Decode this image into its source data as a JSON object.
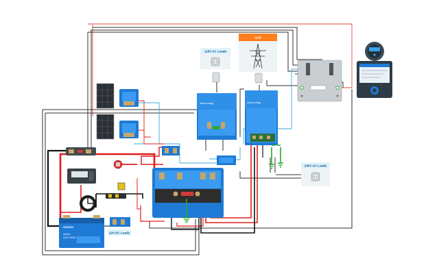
{
  "labels": {
    "grid": "Grid",
    "ac_loads_115": "115V AC Loads",
    "ac_loads_230": "230V AC Loads",
    "dc_loads_12": "12V DC Loads",
    "battery_brand": "victron",
    "battery_model": "Lithium",
    "battery_spec": "12,8V 300Ah"
  },
  "colors": {
    "positive_wire": "#e11d1d",
    "negative_wire": "#111111",
    "ac_wire": "#3a3a3a",
    "comm_wire": "#39a9d6",
    "ground_wire": "#2aa82a",
    "victron_blue": "#1f7ad6",
    "label_bg": "#dff3fb",
    "grid_orange": "#ff7f1f"
  },
  "icons": [
    "solar-panel-icon",
    "mppt-charger-icon",
    "multiplus-inverter-icon",
    "quattro-inverter-icon",
    "battery-icon",
    "battery-monitor-icon",
    "transfer-switch-icon",
    "gx-display-icon",
    "remote-panel-icon",
    "pylon-icon",
    "socket-icon",
    "ground-icon",
    "fuse-icon",
    "busbar-icon"
  ]
}
